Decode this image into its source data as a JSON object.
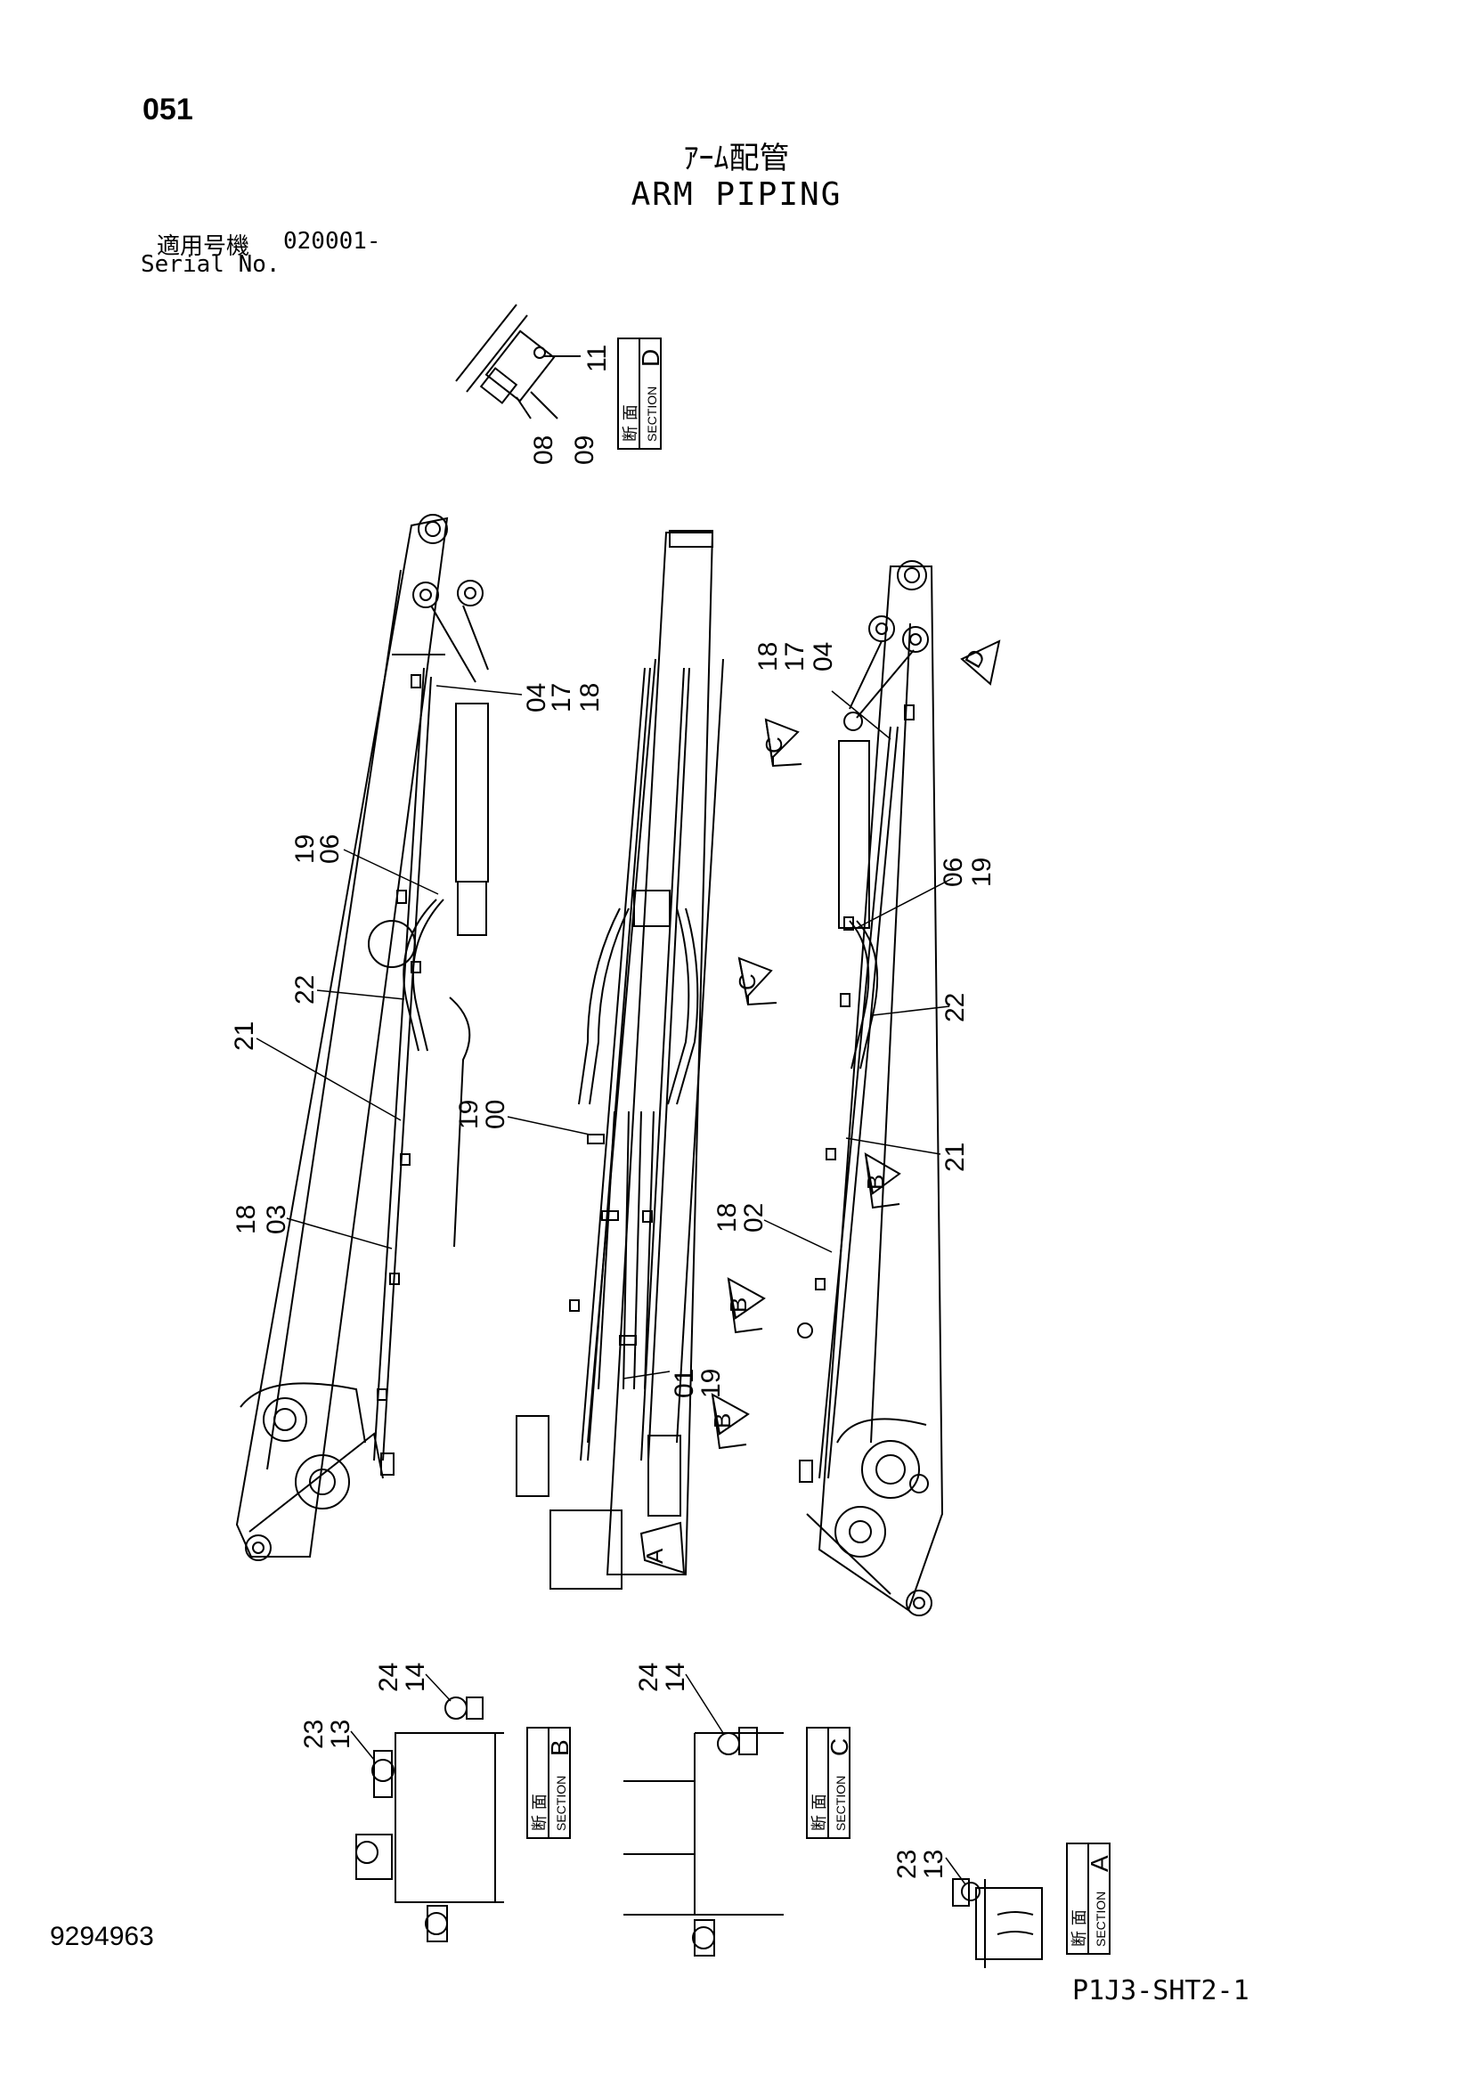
{
  "header": {
    "page_number": "051",
    "title_jp": "ｱｰﾑ配管",
    "title_en": "ARM PIPING",
    "serial_label_jp": "適用号機",
    "serial_value": "020001-",
    "serial_label_en": "Serial No."
  },
  "footer": {
    "doc_number": "9294963",
    "sheet_code": "P1J3-SHT2-1"
  },
  "section_boxes": {
    "jp_label": "断 面",
    "en_label": "SECTION",
    "letters": [
      "D",
      "B",
      "C",
      "A"
    ]
  },
  "view_arrows": [
    "D",
    "C",
    "C",
    "B",
    "B",
    "B",
    "A"
  ],
  "part_labels": [
    "11",
    "08",
    "09",
    "04",
    "17",
    "18",
    "19",
    "06",
    "22",
    "21",
    "19",
    "00",
    "18",
    "03",
    "01",
    "19",
    "18",
    "17",
    "04",
    "06",
    "19",
    "22",
    "21",
    "18",
    "02",
    "24",
    "14",
    "23",
    "13",
    "24",
    "14",
    "23",
    "13"
  ]
}
